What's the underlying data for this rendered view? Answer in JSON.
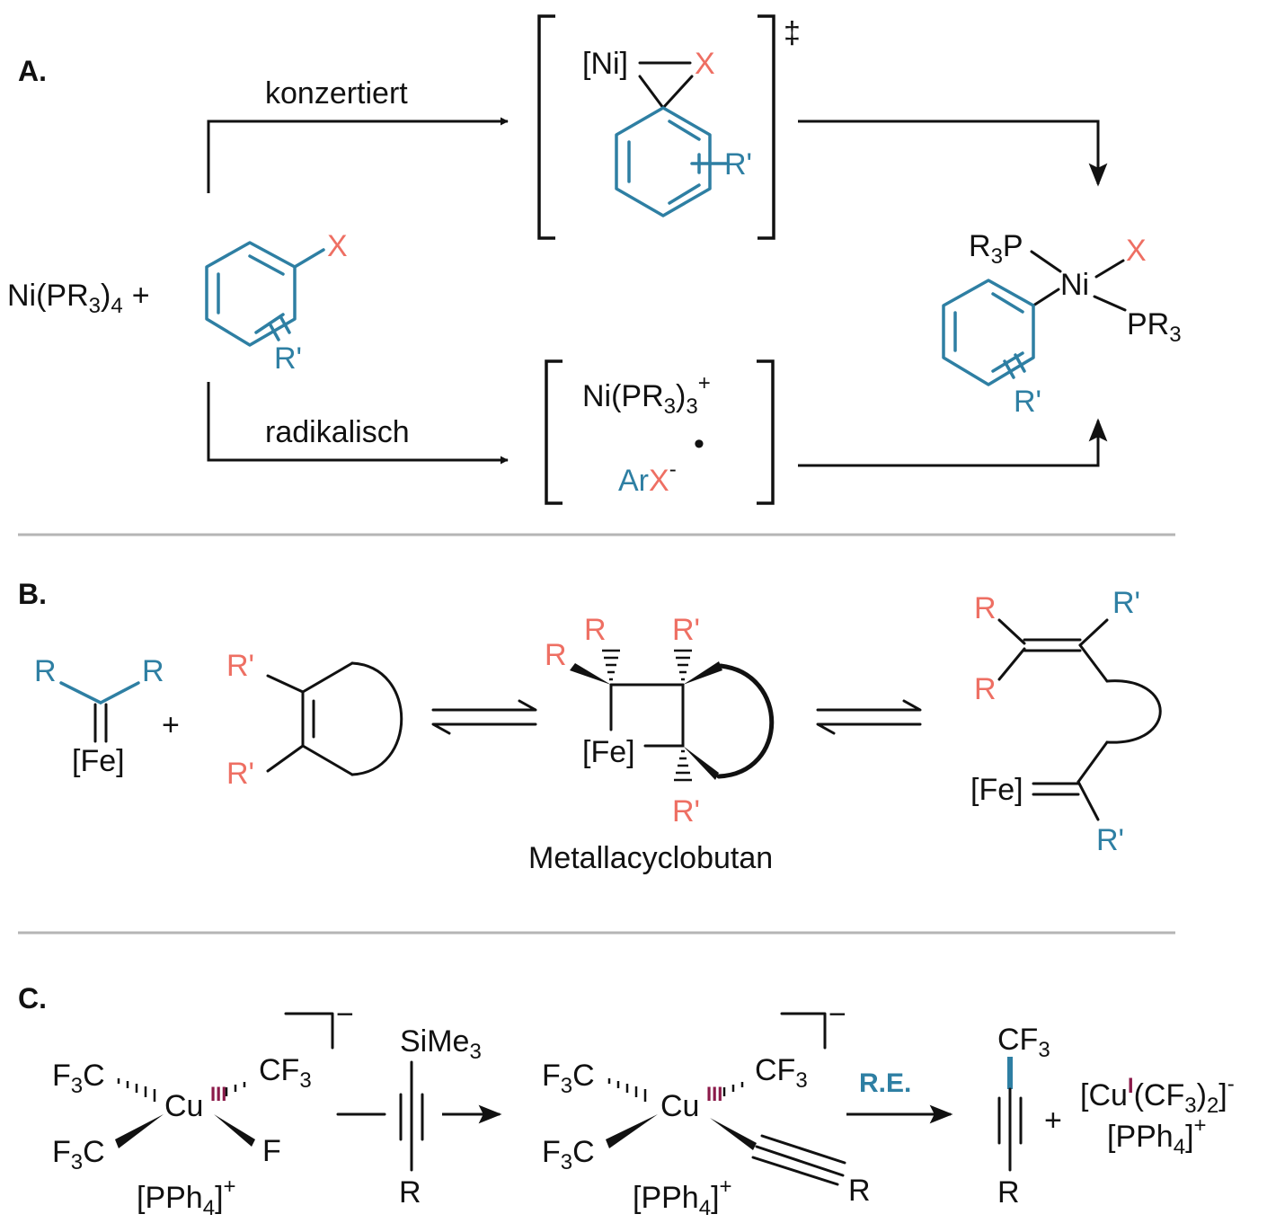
{
  "panels": {
    "a": {
      "label": "A.",
      "reactant_ni": "Ni(PR",
      "reactant_ni_sub": "3",
      "reactant_ni_close": ")",
      "reactant_ni_sub2": "4",
      "plus": "+",
      "aryl_x": "X",
      "aryl_r": "R'",
      "path_concerted": "konzertiert",
      "path_radical": "radikalisch",
      "ts_ni": "[Ni]",
      "ts_x": "X",
      "ts_r": "R'",
      "ts_dagger": "‡",
      "radical_cation": "Ni(PR",
      "radical_cation_sub": "3",
      "radical_cation_close": ")",
      "radical_cation_sub2": "3",
      "radical_cation_charge": "+",
      "radical_anion_ar": "Ar",
      "radical_anion_x": "X",
      "radical_anion_charge": "-",
      "radical_dot": "•",
      "product_r3p": "R",
      "product_r3p_sub": "3",
      "product_r3p_p": "P",
      "product_ni": "Ni",
      "product_x": "X",
      "product_pr3": "PR",
      "product_pr3_sub": "3",
      "product_r": "R'"
    },
    "b": {
      "label": "B.",
      "carbene_r1": "R",
      "carbene_r2": "R",
      "carbene_fe": "[Fe]",
      "plus": "+",
      "alkene_r1": "R'",
      "alkene_r2": "R'",
      "mc_r1": "R",
      "mc_r2": "R",
      "mc_r3": "R'",
      "mc_r4": "R'",
      "mc_fe": "[Fe]",
      "mc_name": "Metallacyclobutan",
      "prod_r1": "R",
      "prod_r2": "R",
      "prod_r3": "R'",
      "prod_fe": "[Fe]",
      "prod_r4": "R'"
    },
    "c": {
      "label": "C.",
      "f3c_1": "F",
      "f3c_1_sub": "3",
      "f3c_1_c": "C",
      "cf3_1": "CF",
      "cf3_1_sub": "3",
      "f3c_2": "F",
      "f3c_2_sub": "3",
      "f3c_2_c": "C",
      "f": "F",
      "cu": "Cu",
      "cu_ox": "III",
      "charge": "−",
      "counterion": "[PPh",
      "counterion_sub": "4",
      "counterion_close": "]",
      "counterion_charge": "+",
      "alkyne_top": "SiMe",
      "alkyne_top_sub": "3",
      "alkyne_bottom": "R",
      "int_f3c_1": "F",
      "int_f3c_1_sub": "3",
      "int_f3c_1_c": "C",
      "int_cf3": "CF",
      "int_cf3_sub": "3",
      "int_f3c_2": "F",
      "int_f3c_2_sub": "3",
      "int_f3c_2_c": "C",
      "int_cu": "Cu",
      "int_cu_ox": "III",
      "int_r": "R",
      "int_counterion": "[PPh",
      "int_counterion_sub": "4",
      "int_counterion_close": "]",
      "int_counterion_charge": "+",
      "re_label": "R.E.",
      "prod_cf3": "CF",
      "prod_cf3_sub": "3",
      "prod_r": "R",
      "plus": "+",
      "byprod_cu": "[Cu",
      "byprod_cu_ox": "I",
      "byprod_mid": "(CF",
      "byprod_sub3": "3",
      "byprod_close": ")",
      "byprod_sub2": "2",
      "byprod_bracket": "]",
      "byprod_charge": "-",
      "byprod_counterion": "[PPh",
      "byprod_counterion_sub": "4",
      "byprod_counterion_close": "]",
      "byprod_counterion_charge": "+"
    }
  },
  "colors": {
    "red": "#ee6f63",
    "blue": "#2e7fa3",
    "purple": "#8b1a4a",
    "separator": "#b5b5b5"
  }
}
